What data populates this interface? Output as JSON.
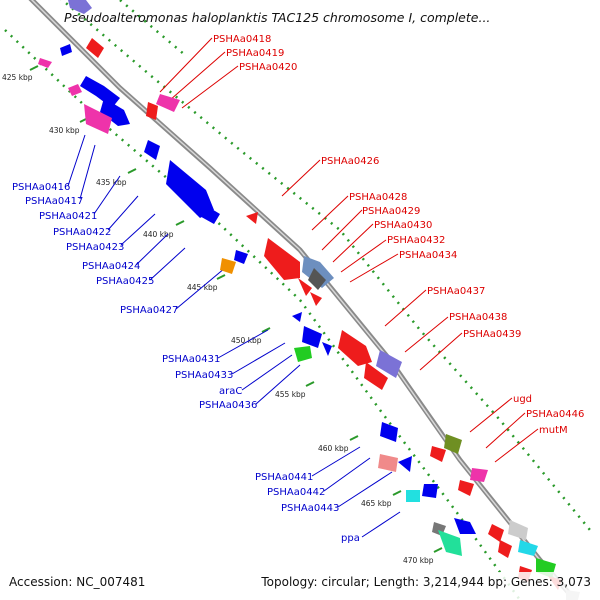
{
  "title": "Pseudoalteromonas haloplanktis TAC125 chromosome I, complete...",
  "footer": {
    "accession": "Accession: NC_007481",
    "summary": "Topology: circular; Length: 3,214,944 bp; Genes: 3,073"
  },
  "colors": {
    "forward_label": "#dd0000",
    "reverse_label": "#0000cc",
    "backbone": "#999999",
    "tick": "#2a9a2a"
  },
  "ticks": [
    "425 kbp",
    "430 kbp",
    "435 kbp",
    "440 kbp",
    "445 kbp",
    "450 kbp",
    "455 kbp",
    "460 kbp",
    "465 kbp",
    "470 kbp"
  ],
  "forward_labels": [
    "PSHAa0418",
    "PSHAa0419",
    "PSHAa0420",
    "PSHAa0426",
    "PSHAa0428",
    "PSHAa0429",
    "PSHAa0430",
    "PSHAa0432",
    "PSHAa0434",
    "PSHAa0437",
    "PSHAa0438",
    "PSHAa0439",
    "ugd",
    "PSHAa0446",
    "mutM"
  ],
  "reverse_labels": [
    "PSHAa0416",
    "PSHAa0417",
    "PSHAa0421",
    "PSHAa0422",
    "PSHAa0423",
    "PSHAa0424",
    "PSHAa0425",
    "PSHAa0427",
    "PSHAa0431",
    "PSHAa0433",
    "araC",
    "PSHAa0436",
    "PSHAa0441",
    "PSHAa0442",
    "PSHAa0443",
    "ppa"
  ]
}
